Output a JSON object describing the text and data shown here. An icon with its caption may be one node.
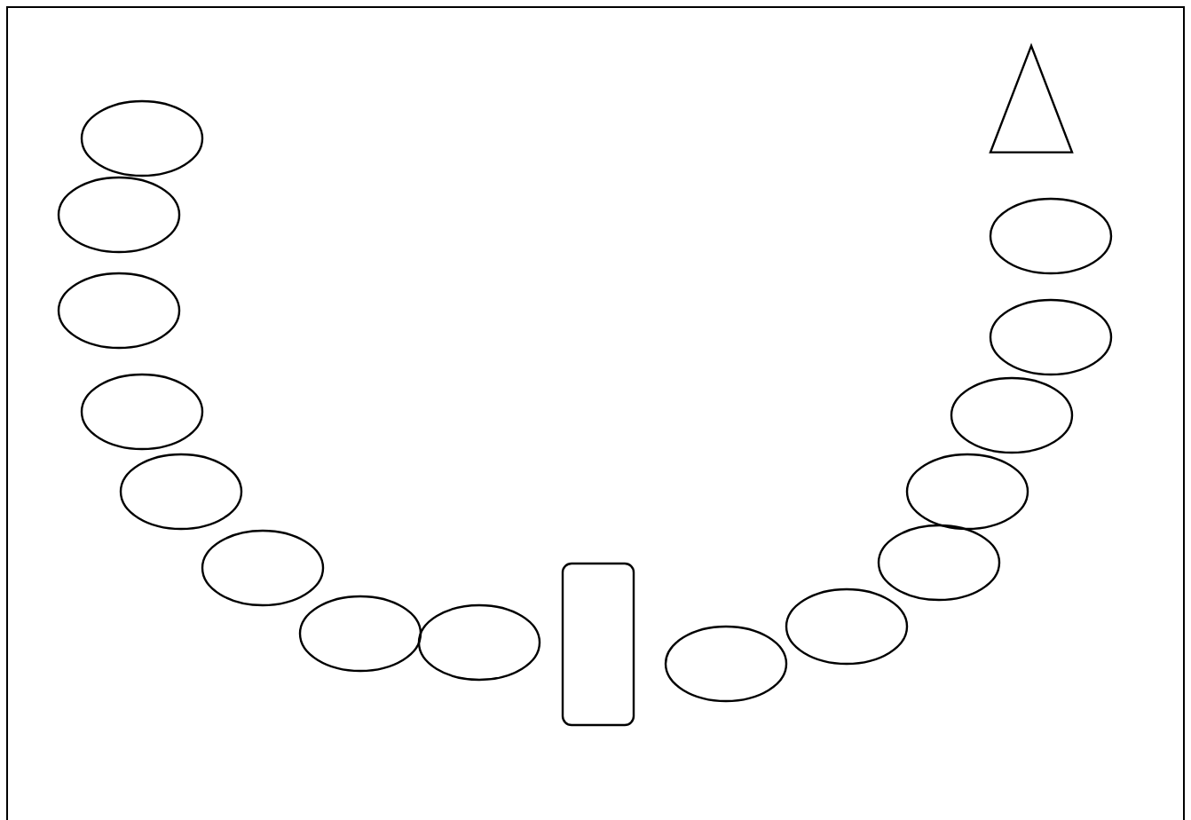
{
  "diagram": {
    "nodes": [
      {
        "text": [],
        "shape": "ellipse"
      },
      {
        "text": [],
        "shape": "ellipse"
      },
      {
        "text": [],
        "shape": "ellipse"
      },
      {
        "text": [],
        "shape": "ellipse"
      },
      {
        "text": [],
        "shape": "ellipse"
      },
      {
        "text": [],
        "shape": "ellipse"
      },
      {
        "text": [],
        "shape": "ellipse"
      },
      {
        "text": [],
        "shape": "ellipse"
      },
      {
        "text": [],
        "shape": "box"
      },
      {
        "text": [],
        "shape": "ellipse"
      },
      {
        "text": [],
        "shape": "ellipse"
      },
      {
        "text": [],
        "shape": "ellipse"
      },
      {
        "text": [],
        "shape": "ellipse"
      },
      {
        "text": [],
        "shape": "ellipse"
      },
      {
        "text": [],
        "shape": "ellipse"
      },
      {
        "text": [],
        "shape": "ellipse"
      },
      {
        "text": [],
        "shape": "triangle"
      }
    ]
  }
}
